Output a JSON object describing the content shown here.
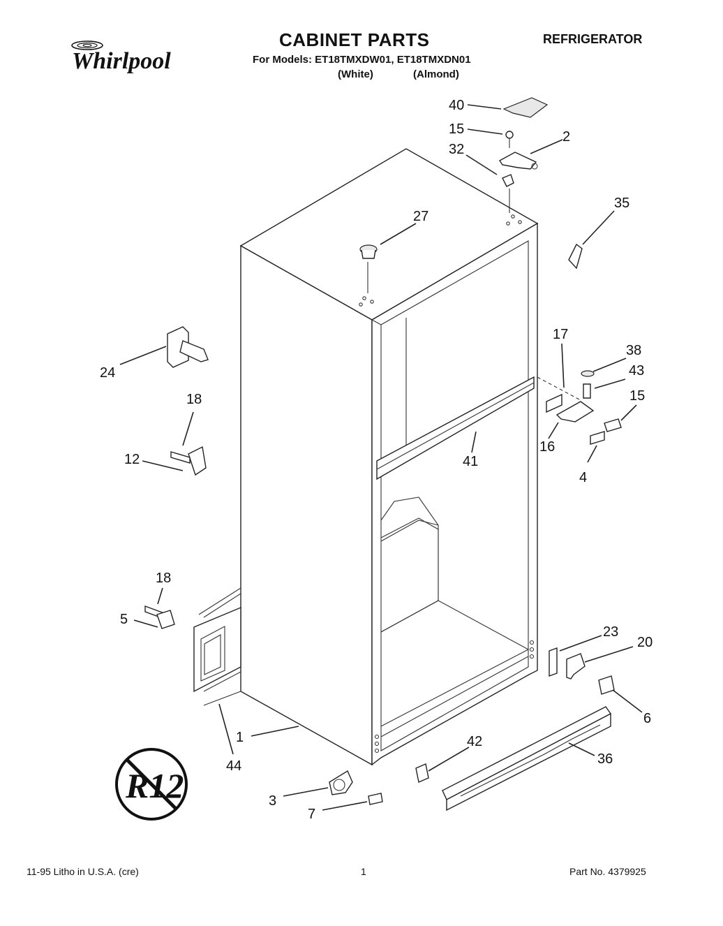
{
  "header": {
    "brand": "Whirlpool",
    "title": "CABINET PARTS",
    "product": "REFRIGERATOR",
    "models": "For Models: ET18TMXDW01, ET18TMXDN01",
    "color_white": "(White)",
    "color_almond": "(Almond)"
  },
  "badge": {
    "text": "R12"
  },
  "callouts": [
    {
      "key": "c40",
      "label": "40"
    },
    {
      "key": "c15a",
      "label": "15"
    },
    {
      "key": "c2",
      "label": "2"
    },
    {
      "key": "c32",
      "label": "32"
    },
    {
      "key": "c35",
      "label": "35"
    },
    {
      "key": "c27",
      "label": "27"
    },
    {
      "key": "c17",
      "label": "17"
    },
    {
      "key": "c38",
      "label": "38"
    },
    {
      "key": "c43",
      "label": "43"
    },
    {
      "key": "c15b",
      "label": "15"
    },
    {
      "key": "c16",
      "label": "16"
    },
    {
      "key": "c4",
      "label": "4"
    },
    {
      "key": "c41",
      "label": "41"
    },
    {
      "key": "c24",
      "label": "24"
    },
    {
      "key": "c18a",
      "label": "18"
    },
    {
      "key": "c12",
      "label": "12"
    },
    {
      "key": "c18b",
      "label": "18"
    },
    {
      "key": "c5",
      "label": "5"
    },
    {
      "key": "c23",
      "label": "23"
    },
    {
      "key": "c20",
      "label": "20"
    },
    {
      "key": "c6",
      "label": "6"
    },
    {
      "key": "c1",
      "label": "1"
    },
    {
      "key": "c44",
      "label": "44"
    },
    {
      "key": "c42",
      "label": "42"
    },
    {
      "key": "c36",
      "label": "36"
    },
    {
      "key": "c3",
      "label": "3"
    },
    {
      "key": "c7",
      "label": "7"
    }
  ],
  "footer": {
    "left": "11-95  Litho in U.S.A. (cre)",
    "page": "1",
    "part_no": "Part No. 4379925"
  }
}
